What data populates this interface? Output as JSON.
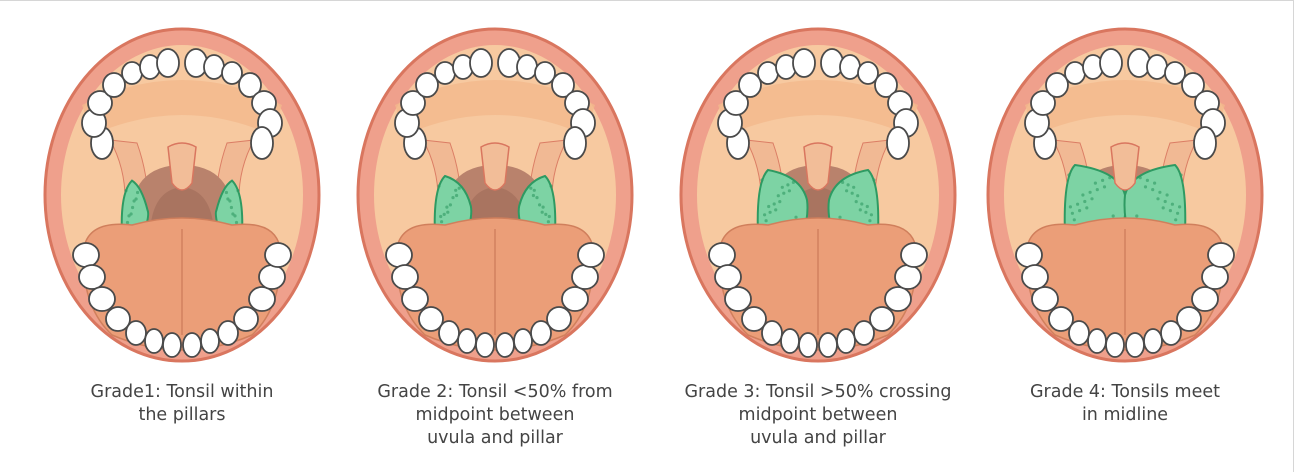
{
  "panels": [
    {
      "grade": 1,
      "tonsil_size": 0.22,
      "caption_lines": [
        "Grade1: Tonsil within",
        "the pillars"
      ]
    },
    {
      "grade": 2,
      "tonsil_size": 0.45,
      "caption_lines": [
        "Grade 2: Tonsil <50% from",
        "midpoint between",
        "uvula  and pillar"
      ]
    },
    {
      "grade": 3,
      "tonsil_size": 0.75,
      "caption_lines": [
        "Grade 3: Tonsil >50% crossing",
        "midpoint between",
        "uvula  and pillar"
      ]
    },
    {
      "grade": 4,
      "tonsil_size": 1.0,
      "caption_lines": [
        "Grade 4: Tonsils meet",
        "in midline"
      ]
    }
  ],
  "colors": {
    "lip": "#efa08c",
    "lip_edge": "#d9765f",
    "mouth_inner": "#f7c9a0",
    "throat": "#b9826c",
    "throat_deep": "#9c6a58",
    "tongue": "#eb9e78",
    "tongue_edge": "#d07f5c",
    "tonsil": "#7dd3a4",
    "tonsil_edge": "#2e9a62",
    "tooth": "#ffffff",
    "tooth_edge": "#4a4a4a",
    "caption_text": "#444444"
  }
}
